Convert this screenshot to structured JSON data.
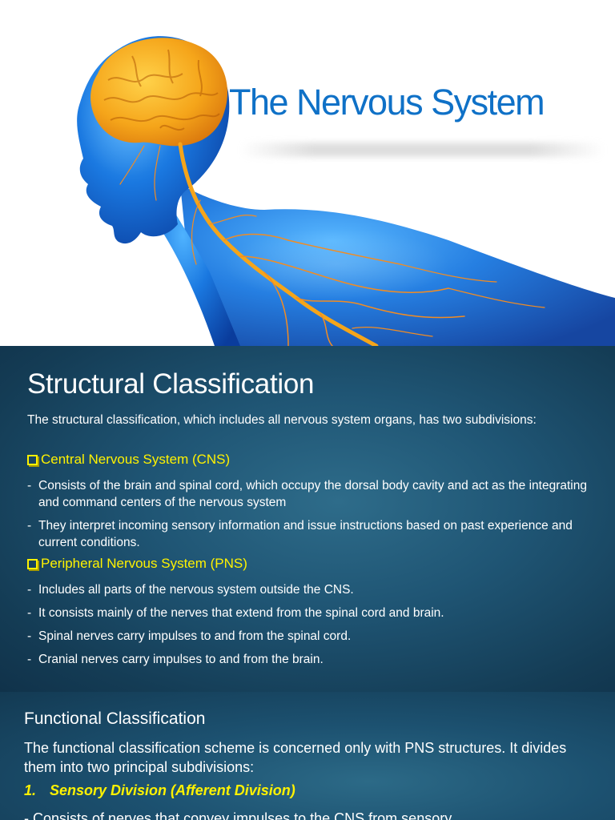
{
  "slide1": {
    "title": "The Nervous System",
    "colors": {
      "title": "#0f71c7",
      "body": "#1a6fd6",
      "brain": "#f2a41c",
      "nerves": "#f28c22"
    }
  },
  "slide2": {
    "title": "Structural Classification",
    "intro": "The structural classification, which includes all nervous system organs, has two subdivisions:",
    "cns": {
      "icon": "checkbox-icon",
      "heading": "Central Nervous System (CNS)",
      "bullets": [
        "Consists of the brain and spinal cord, which occupy the dorsal body cavity and act as the integrating  and command centers of the   nervous system",
        "They interpret incoming sensory information and issue instructions based on past experience and current conditions."
      ]
    },
    "pns": {
      "icon": "checkbox-icon",
      "heading": "Peripheral Nervous System (PNS)",
      "bullets": [
        "Includes all parts of the nervous system outside the CNS.",
        "It consists mainly of the nerves that extend from the spinal cord and brain.",
        "Spinal nerves carry impulses to and from the spinal cord.",
        "Cranial nerves carry impulses to and from the brain."
      ]
    },
    "bullet_marker": "-",
    "colors": {
      "background": "#1f5574",
      "heading": "#fff200"
    }
  },
  "slide3": {
    "title": "Functional Classification",
    "body": "The functional classification scheme is concerned only with PNS structures. It divides them into two principal subdivisions:",
    "item1_number": "1.",
    "item1": "Sensory Division (Afferent Division)",
    "partial_bullet": "- Consists of nerves that convey impulses to the CNS from sensory"
  }
}
